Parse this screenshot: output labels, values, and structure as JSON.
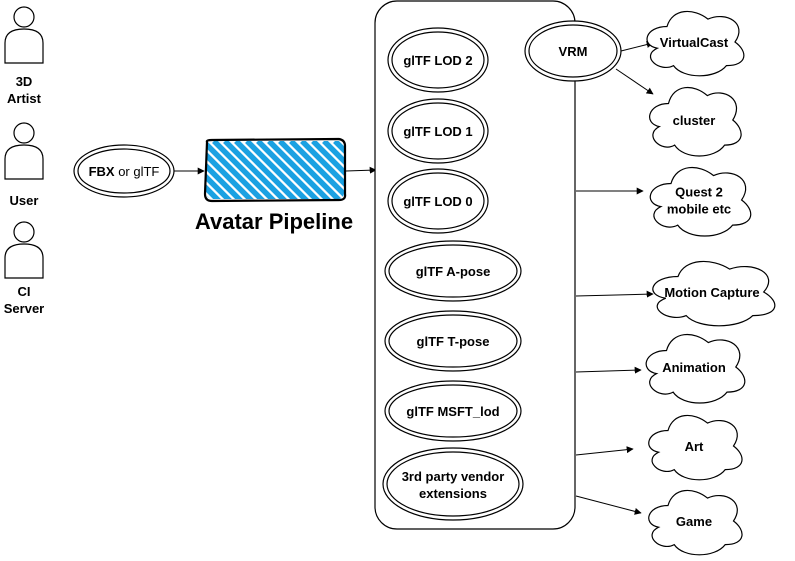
{
  "actors": [
    {
      "id": "artist",
      "lines": [
        "3D",
        "Artist"
      ]
    },
    {
      "id": "user",
      "lines": [
        "User"
      ]
    },
    {
      "id": "ci",
      "lines": [
        "CI",
        "Server"
      ]
    }
  ],
  "input": {
    "bold": "FBX",
    "rest": " or glTF"
  },
  "pipeline": {
    "label": "Avatar Pipeline",
    "fill_color": "#1BA1E2"
  },
  "outputs": [
    {
      "id": "lod2",
      "label": "glTF LOD 2"
    },
    {
      "id": "lod1",
      "label": "glTF LOD 1"
    },
    {
      "id": "lod0",
      "label": "glTF LOD 0"
    },
    {
      "id": "apose",
      "label": "glTF A-pose"
    },
    {
      "id": "tpose",
      "label": "glTF T-pose"
    },
    {
      "id": "msftlod",
      "label": "glTF MSFT_lod"
    },
    {
      "id": "vendor",
      "lines": [
        "3rd party vendor",
        "extensions"
      ]
    },
    {
      "id": "vrm",
      "label": "VRM"
    }
  ],
  "targets": [
    {
      "id": "virtualcast",
      "lines": [
        "VirtualCast"
      ]
    },
    {
      "id": "cluster",
      "lines": [
        "cluster"
      ]
    },
    {
      "id": "quest",
      "lines": [
        "Quest 2",
        "mobile etc"
      ]
    },
    {
      "id": "mocap",
      "lines": [
        "Motion Capture"
      ]
    },
    {
      "id": "animation",
      "lines": [
        "Animation"
      ]
    },
    {
      "id": "art",
      "lines": [
        "Art"
      ]
    },
    {
      "id": "game",
      "lines": [
        "Game"
      ]
    }
  ]
}
